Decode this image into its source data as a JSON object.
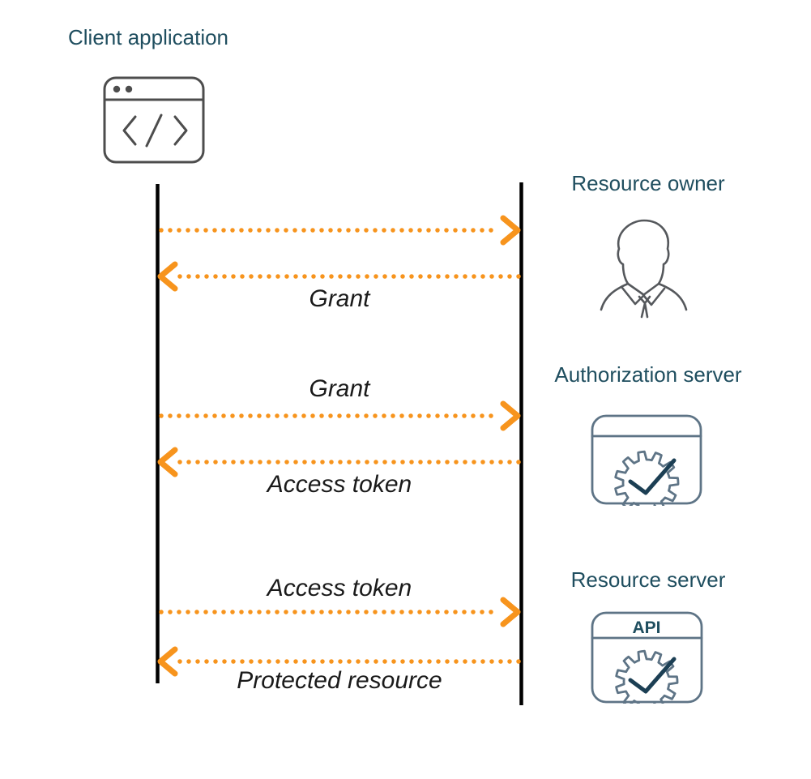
{
  "diagram": {
    "actors": {
      "client": {
        "label": "Client application"
      },
      "resource_owner": {
        "label": "Resource owner"
      },
      "authorization_server": {
        "label": "Authorization server"
      },
      "resource_server": {
        "label": "Resource server",
        "api_label": "API"
      }
    },
    "messages": [
      {
        "label": "",
        "direction": "right",
        "from": "client",
        "to": "resource_owner"
      },
      {
        "label": "Grant",
        "direction": "left",
        "from": "resource_owner",
        "to": "client"
      },
      {
        "label": "Grant",
        "direction": "right",
        "from": "client",
        "to": "authorization_server"
      },
      {
        "label": "Access token",
        "direction": "left",
        "from": "authorization_server",
        "to": "client"
      },
      {
        "label": "Access token",
        "direction": "right",
        "from": "client",
        "to": "resource_server"
      },
      {
        "label": "Protected resource",
        "direction": "left",
        "from": "resource_server",
        "to": "client"
      }
    ],
    "colors": {
      "arrow": "#F7941D",
      "title": "#1F4E5F",
      "label": "#1A1A1A",
      "lifeline": "#000000",
      "icon_slate": "#5E7486",
      "icon_gray": "#4D4D4D",
      "person": "#55585C",
      "check": "#1C3F54"
    }
  }
}
